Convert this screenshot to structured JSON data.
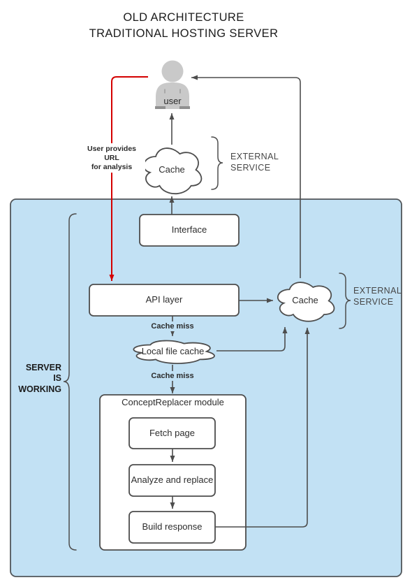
{
  "title": {
    "line1": "OLD ARCHITECTURE",
    "line2": "TRADITIONAL HOSTING SERVER"
  },
  "actors": {
    "user_label": "user"
  },
  "external_top": {
    "cloud_label": "Cache",
    "service_line1": "EXTERNAL",
    "service_line2": "SERVICE"
  },
  "external_right": {
    "cloud_label": "Cache",
    "service_line1": "EXTERNAL",
    "service_line2": "SERVICE"
  },
  "annotations": {
    "user_provides_lines": [
      "User provides",
      "URL",
      "for analysis"
    ],
    "server_working_lines": [
      "SERVER",
      "IS",
      "WORKING"
    ],
    "cache_miss_api": "Cache miss",
    "cache_miss_local": "Cache miss"
  },
  "server": {
    "interface_label": "Interface",
    "api_layer_label": "API layer",
    "local_file_cache_label": "Local file cache",
    "module": {
      "title": "ConceptReplacer module",
      "steps": [
        "Fetch page",
        "Analyze and replace",
        "Build response"
      ]
    }
  },
  "colors": {
    "server_fill": "#c2e1f4",
    "connector": "#4d4d4d",
    "user_flow_red": "#d40000",
    "node_fill": "#ffffff",
    "actor_gray": "#c9c9c9"
  }
}
